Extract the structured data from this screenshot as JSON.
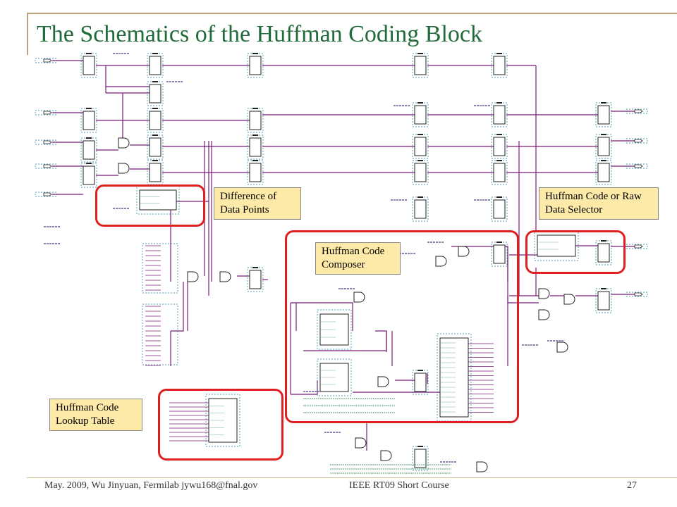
{
  "slide": {
    "title": "The Schematics of the Huffman Coding Block",
    "footer_left": "May. 2009, Wu Jinyuan, Fermilab jywu168@fnal.gov",
    "footer_center": "IEEE RT09 Short Course",
    "footer_right": "27"
  },
  "callouts": {
    "difference": "Difference of Data Points",
    "selector": "Huffman Code or Raw Data Selector",
    "composer": "Huffman Code Composer",
    "lookup": "Huffman Code Lookup Table"
  },
  "colors": {
    "title": "#1f6b3a",
    "wire": "#7a1a7a",
    "component": "#222222",
    "dashed": "#1a7a9a",
    "highlight": "#e02020",
    "label_bg": "#fde9a8"
  }
}
